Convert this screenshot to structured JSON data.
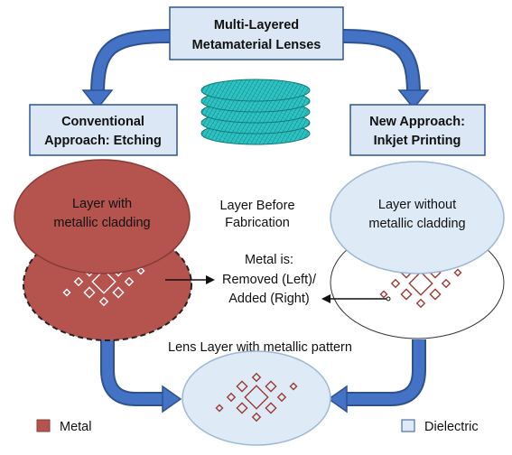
{
  "title_box": {
    "line1": "Multi-Layered",
    "line2": "Metamaterial Lenses"
  },
  "left_box": {
    "line1": "Conventional",
    "line2": "Approach: Etching"
  },
  "right_box": {
    "line1": "New Approach:",
    "line2": "Inkjet Printing"
  },
  "left_layer_label": {
    "line1": "Layer with",
    "line2": "metallic cladding"
  },
  "right_layer_label": {
    "line1": "Layer without",
    "line2": "metallic cladding"
  },
  "center_label": {
    "line1": "Layer Before",
    "line2": "Fabrication"
  },
  "metal_note": {
    "line1": "Metal is:",
    "line2": "Removed (Left)/",
    "line3": "Added (Right)"
  },
  "lens_label": "Lens Layer with metallic pattern",
  "legend": {
    "metal": "Metal",
    "dielectric": "Dielectric"
  },
  "colors": {
    "metal": "#b5534f",
    "metal_stroke": "#8a3a36",
    "dielectric": "#deebf7",
    "dielectric_stroke": "#9db8d3",
    "box_fill": "#dbe7f5",
    "box_stroke": "#2f5597",
    "arrow_fill": "#4472c4",
    "arrow_stroke": "#2f528f",
    "stack_fill": "#2ec4c4",
    "pattern_metal": "#9b3b36"
  }
}
